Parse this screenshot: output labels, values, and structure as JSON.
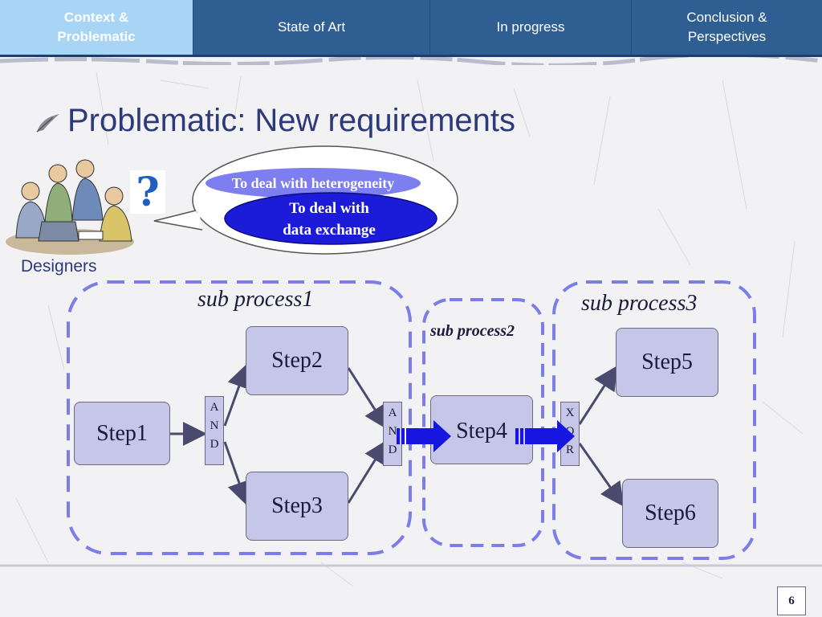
{
  "nav": {
    "tabs": [
      {
        "label": "Context &\nProblematic",
        "active": true
      },
      {
        "label": "State of Art",
        "active": false
      },
      {
        "label": "In progress",
        "active": false
      },
      {
        "label": "Conclusion &\nPerspectives",
        "active": false
      }
    ]
  },
  "slide": {
    "title": "Problematic: New requirements",
    "designers_label": "Designers",
    "question_mark": "?",
    "bubble": {
      "line1": "To deal with heterogeneity",
      "line2": "To deal with\ndata exchange"
    },
    "page_number": "6"
  },
  "diagram": {
    "subprocesses": [
      "sub process1",
      "sub process2",
      "sub process3"
    ],
    "steps": [
      "Step1",
      "Step2",
      "Step3",
      "Step4",
      "Step5",
      "Step6"
    ],
    "gates": {
      "and1": [
        "A",
        "N",
        "D"
      ],
      "and2": [
        "A",
        "N",
        "D"
      ],
      "xor": [
        "X",
        "O",
        "R"
      ]
    }
  },
  "colors": {
    "nav_bg": "#2f5f92",
    "nav_active": "#a8d4f6",
    "title_text": "#2d3a78",
    "step_fill": "#c5c6e8",
    "dashed_border": "#7b7ee8",
    "arrow_blue": "#1616e0",
    "bubble_blue": "#1c1cd8",
    "bubble_light": "#7d7ef0"
  }
}
